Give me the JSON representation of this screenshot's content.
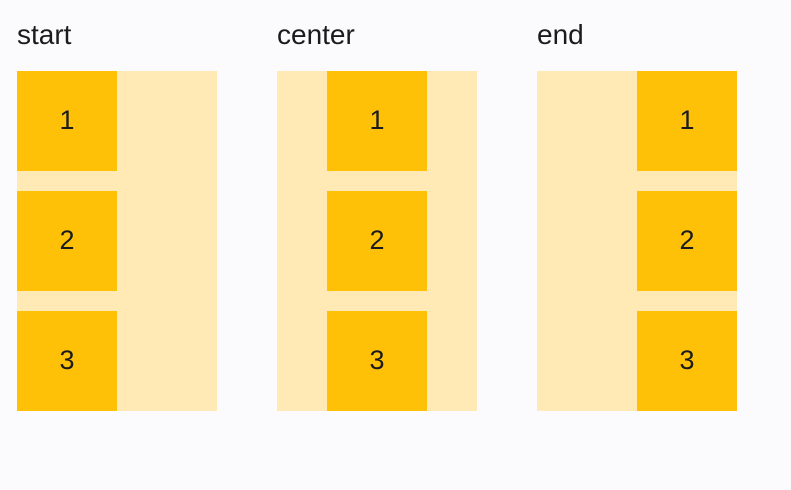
{
  "colors": {
    "background": "#fbfbfe",
    "container": "#ffe9b5",
    "item": "#ffc107",
    "text": "#1b1b1b"
  },
  "groups": [
    {
      "label": "start",
      "alignment": "start",
      "items": [
        "1",
        "2",
        "3"
      ]
    },
    {
      "label": "center",
      "alignment": "center",
      "items": [
        "1",
        "2",
        "3"
      ]
    },
    {
      "label": "end",
      "alignment": "end",
      "items": [
        "1",
        "2",
        "3"
      ]
    }
  ]
}
